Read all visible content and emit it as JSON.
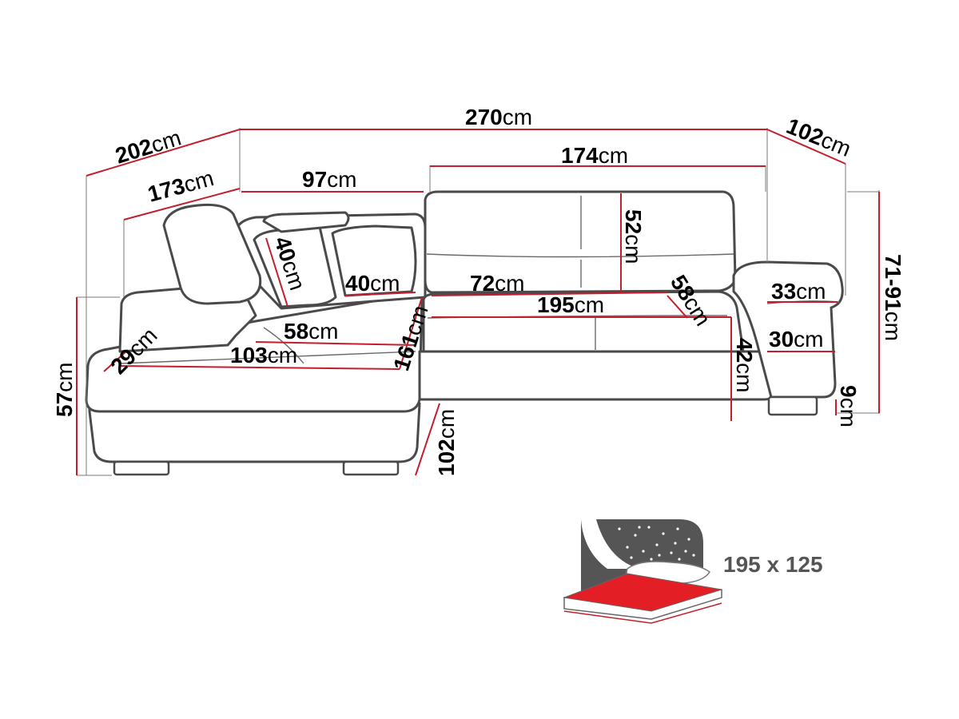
{
  "dimensions": {
    "total_width": {
      "value": "270",
      "unit": "cm"
    },
    "corner_depth": {
      "value": "202",
      "unit": "cm"
    },
    "right_arm_depth": {
      "value": "102",
      "unit": "cm"
    },
    "inner_corner_depth": {
      "value": "173",
      "unit": "cm"
    },
    "left_back_width": {
      "value": "97",
      "unit": "cm"
    },
    "right_back_width": {
      "value": "174",
      "unit": "cm"
    },
    "back_height": {
      "value": "52",
      "unit": "cm"
    },
    "pillow_height": {
      "value": "40",
      "unit": "cm"
    },
    "pillow_width": {
      "value": "40",
      "unit": "cm"
    },
    "seat_depth_right": {
      "value": "72",
      "unit": "cm"
    },
    "bed_length": {
      "value": "195",
      "unit": "cm"
    },
    "armrest_depth": {
      "value": "58",
      "unit": "cm"
    },
    "armrest_width": {
      "value": "33",
      "unit": "cm"
    },
    "total_height": {
      "value": "71-91",
      "unit": "cm"
    },
    "chaise_seat_depth": {
      "value": "58",
      "unit": "cm"
    },
    "chaise_seat_width": {
      "value": "103",
      "unit": "cm"
    },
    "chaise_length": {
      "value": "161",
      "unit": "cm"
    },
    "chaise_front_depth": {
      "value": "29",
      "unit": "cm"
    },
    "seat_height_left": {
      "value": "57",
      "unit": "cm"
    },
    "chaise_side_depth": {
      "value": "102",
      "unit": "cm"
    },
    "seat_height": {
      "value": "42",
      "unit": "cm"
    },
    "armrest_height": {
      "value": "30",
      "unit": "cm"
    },
    "leg_height": {
      "value": "9",
      "unit": "cm"
    }
  },
  "bed_icon": {
    "size_label": "195 x 125",
    "mattress_color": "#e31e24",
    "background_color": "#555555"
  },
  "colors": {
    "dimension_line": "#c41e2c",
    "outline": "#4a4a4a"
  }
}
